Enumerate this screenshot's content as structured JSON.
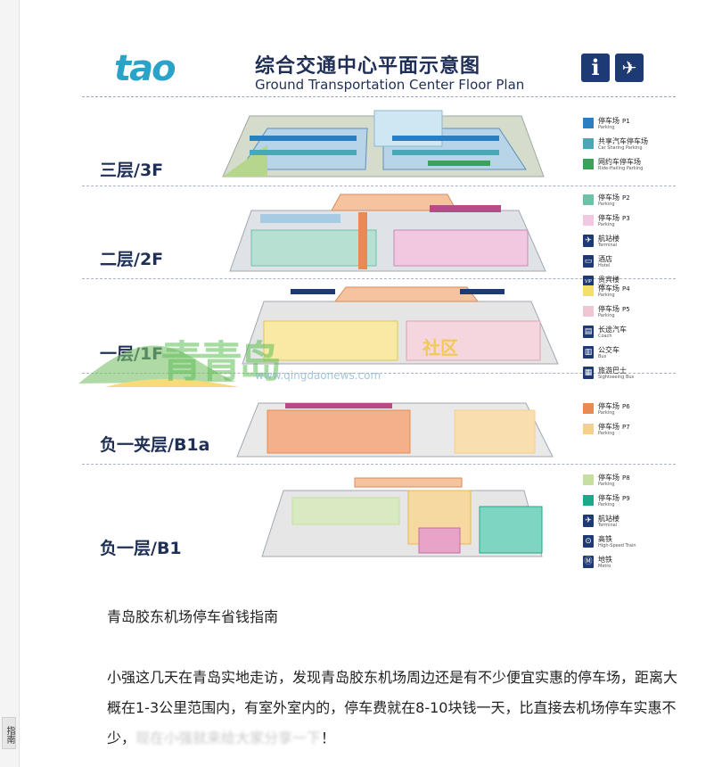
{
  "side_tab": {
    "label": "指南"
  },
  "figure": {
    "logo_text": "tao",
    "title_cn": "综合交通中心平面示意图",
    "title_en": "Ground Transportation Center Floor Plan",
    "info_icon": "i",
    "plane_icon": "✈",
    "floors": [
      {
        "label": "三层/3F"
      },
      {
        "label": "二层/2F"
      },
      {
        "label": "一层/1F"
      },
      {
        "label": "负一夹层/B1a"
      },
      {
        "label": "负一层/B1"
      }
    ],
    "legends": [
      [
        {
          "cn": "停车场",
          "code": "P1",
          "en": "Parking",
          "color": "#2b7fc0"
        },
        {
          "cn": "共享汽车停车场",
          "code": "",
          "en": "Car Sharing Parking",
          "color": "#4aa7b8"
        },
        {
          "cn": "网约车停车场",
          "code": "",
          "en": "Ride-Hailing Parking",
          "color": "#3aa35a"
        }
      ],
      [
        {
          "cn": "停车场",
          "code": "P2",
          "en": "Parking",
          "color": "#6cc3a8"
        },
        {
          "cn": "停车场",
          "code": "P3",
          "en": "Parking",
          "color": "#f2c7e0"
        },
        {
          "cn": "航站楼",
          "code": "",
          "en": "Terminal",
          "icon": "plane-icon",
          "glyph": "✈"
        },
        {
          "cn": "酒店",
          "code": "",
          "en": "Hotel",
          "icon": "hotel-icon",
          "glyph": "▭"
        },
        {
          "cn": "贵宾楼",
          "code": "",
          "en": "VIP",
          "icon": "vip-icon",
          "glyph": "VIP"
        }
      ],
      [
        {
          "cn": "停车场",
          "code": "P4",
          "en": "Parking",
          "color": "#f5df6a"
        },
        {
          "cn": "停车场",
          "code": "P5",
          "en": "Parking",
          "color": "#f0c6d2"
        },
        {
          "cn": "长途汽车",
          "code": "",
          "en": "Coach",
          "icon": "coach-icon",
          "glyph": "▤"
        },
        {
          "cn": "公交车",
          "code": "",
          "en": "Bus",
          "icon": "bus-icon",
          "glyph": "▥"
        },
        {
          "cn": "旅游巴士",
          "code": "",
          "en": "Sightseeing Bus",
          "icon": "sightseeing-bus-icon",
          "glyph": "▦"
        }
      ],
      [
        {
          "cn": "停车场",
          "code": "P6",
          "en": "Parking",
          "color": "#e98a52"
        },
        {
          "cn": "停车场",
          "code": "P7",
          "en": "Parking",
          "color": "#f6cf8a"
        }
      ],
      [
        {
          "cn": "停车场",
          "code": "P8",
          "en": "Parking",
          "color": "#c6dfa0"
        },
        {
          "cn": "停车场",
          "code": "P9",
          "en": "Parking",
          "color": "#1aa98a"
        },
        {
          "cn": "航站楼",
          "code": "",
          "en": "Terminal",
          "icon": "plane-icon",
          "glyph": "✈"
        },
        {
          "cn": "高铁",
          "code": "",
          "en": "High-Speed Train",
          "icon": "train-icon",
          "glyph": "⊙"
        },
        {
          "cn": "地铁",
          "code": "",
          "en": "Metro",
          "icon": "metro-icon",
          "glyph": "Ⓜ"
        }
      ]
    ],
    "watermark": {
      "cn": "青青岛",
      "sub": "社区",
      "url": "www.qingdaonews.com"
    }
  },
  "article": {
    "heading": "青岛胶东机场停车省钱指南",
    "body_visible": "小强这几天在青岛实地走访，发现青岛胶东机场周边还是有不少便宜实惠的停车场，距离大概在1-3公里范围内，有室外室内的，停车费就在8-10块钱一天，比直接去机场停车实惠不少，",
    "body_blurred": "现在小强就来给大家分享一下",
    "body_end": "！"
  },
  "colors": {
    "title_navy": "#1f2f55",
    "logo_blue": "#2aa3c8",
    "icon_navy": "#1e3a74"
  }
}
